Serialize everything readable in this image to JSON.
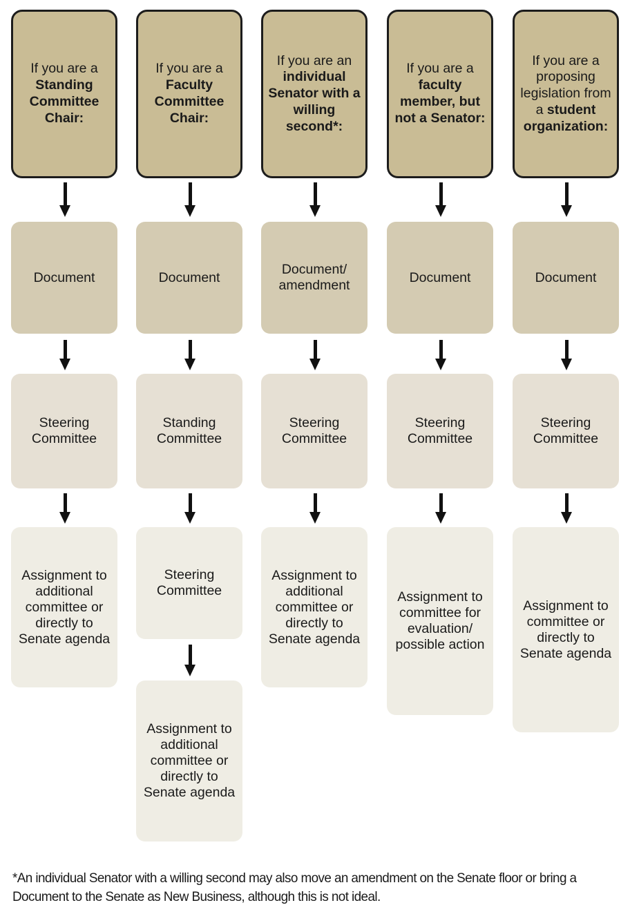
{
  "diagram": {
    "title": "Faculty Senate legislation routing flowchart",
    "colors": {
      "level_1_fill": "#c9bc95",
      "level_1_border": "#1c1c1c",
      "level_2_fill": "#d4cbb2",
      "level_3_fill": "#e6e0d4",
      "level_4_fill": "#efede4",
      "level_5_fill": "#efede4",
      "arrow": "#111111",
      "text": "#1a1a1a",
      "background": "#ffffff"
    },
    "columns": [
      {
        "id": "standing-committee-chair",
        "level_1_prefix": "If you are a ",
        "level_1_emphasis": "Standing Committee Chair:",
        "level_2": "Document",
        "level_3": "Steering Committee",
        "level_4": "Assignment to additional committee or directly to Senate agenda",
        "level_5": null
      },
      {
        "id": "faculty-committee-chair",
        "level_1_prefix": "If you are a ",
        "level_1_emphasis": "Faculty Committee Chair:",
        "level_2": "Document",
        "level_3": "Standing Committee",
        "level_4": "Steering Committee",
        "level_5": "Assignment to additional committee or directly to Senate agenda"
      },
      {
        "id": "individual-senator",
        "level_1_prefix": "If you are an ",
        "level_1_emphasis": "individual Senator with a willing second*:",
        "level_2": "Document/ amendment",
        "level_3": "Steering Committee",
        "level_4": "Assignment to additional committee or directly to Senate agenda",
        "level_5": null
      },
      {
        "id": "faculty-member-not-senator",
        "level_1_prefix": "If you are a ",
        "level_1_emphasis": "faculty member, but not a Senator:",
        "level_2": "Document",
        "level_3": "Steering Committee",
        "level_4": "Assignment to committee for evaluation/ possible action",
        "level_5": null
      },
      {
        "id": "student-organization",
        "level_1_prefix": "If you are a proposing legislation from a ",
        "level_1_emphasis": "student organization:",
        "level_2": "Document",
        "level_3": "Steering Committee",
        "level_4": "Assignment to committee or directly to Senate agenda",
        "level_5": null
      }
    ]
  },
  "footnote": {
    "text": "*An individual Senator with a willing second may also move an amendment on the Senate floor or bring a Document to the Senate as New Business, although this is not ideal."
  }
}
